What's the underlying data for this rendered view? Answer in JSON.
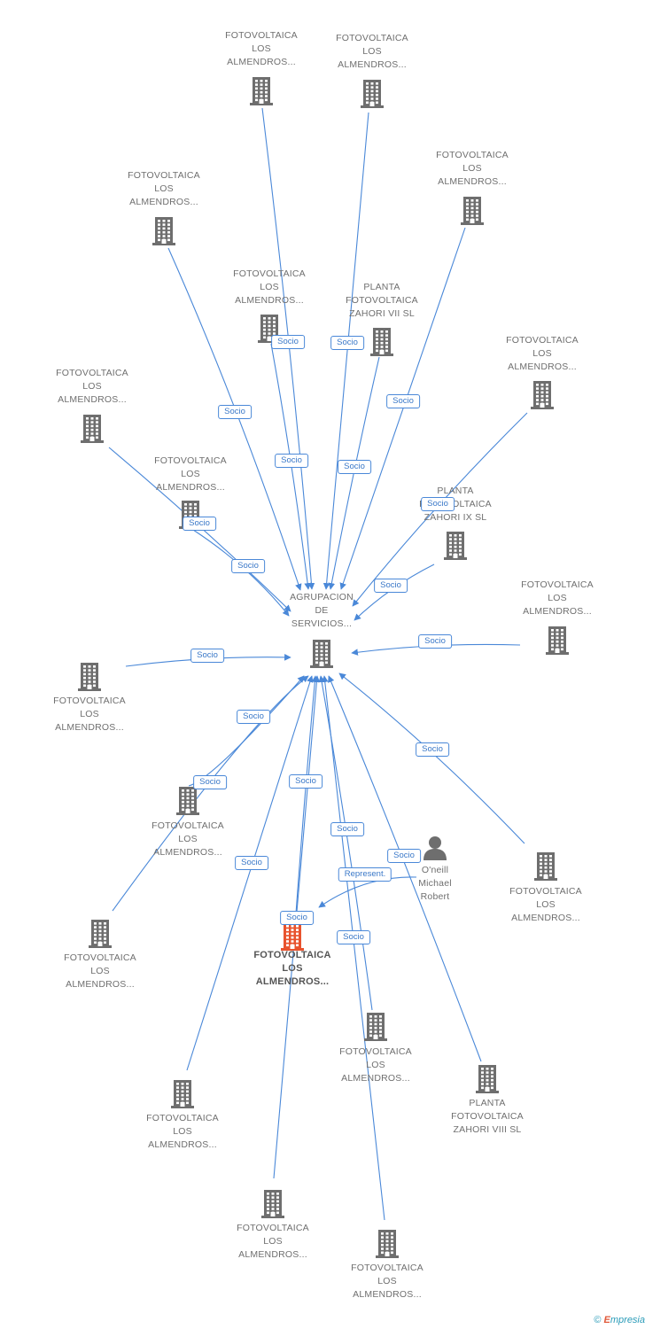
{
  "colors": {
    "edge": "#4a88d8",
    "building": "#6e6e6e",
    "highlight": "#e8532e",
    "badge_text": "#3a78c8"
  },
  "hub": {
    "id": "hub",
    "lines": [
      "AGRUPACION",
      "DE",
      "SERVICIOS..."
    ],
    "icon": "building-icon"
  },
  "main": {
    "id": "main",
    "lines": [
      "FOTOVOLTAICA",
      "LOS",
      "ALMENDROS..."
    ],
    "icon": "building-icon-highlighted"
  },
  "nodes": [
    {
      "id": "n1",
      "lines": [
        "FOTOVOLTAICA",
        "LOS",
        "ALMENDROS..."
      ],
      "icon": "building-icon"
    },
    {
      "id": "n2",
      "lines": [
        "FOTOVOLTAICA",
        "LOS",
        "ALMENDROS..."
      ],
      "icon": "building-icon"
    },
    {
      "id": "n3",
      "lines": [
        "FOTOVOLTAICA",
        "LOS",
        "ALMENDROS..."
      ],
      "icon": "building-icon"
    },
    {
      "id": "n4",
      "lines": [
        "FOTOVOLTAICA",
        "LOS",
        "ALMENDROS..."
      ],
      "icon": "building-icon"
    },
    {
      "id": "n5",
      "lines": [
        "FOTOVOLTAICA",
        "LOS",
        "ALMENDROS..."
      ],
      "icon": "building-icon"
    },
    {
      "id": "n6",
      "lines": [
        "PLANTA",
        "FOTOVOLTAICA",
        "ZAHORI VII SL"
      ],
      "icon": "building-icon"
    },
    {
      "id": "n7",
      "lines": [
        "FOTOVOLTAICA",
        "LOS",
        "ALMENDROS..."
      ],
      "icon": "building-icon"
    },
    {
      "id": "n8",
      "lines": [
        "FOTOVOLTAICA",
        "LOS",
        "ALMENDROS..."
      ],
      "icon": "building-icon"
    },
    {
      "id": "n9",
      "lines": [
        "FOTOVOLTAICA",
        "LOS",
        "ALMENDROS..."
      ],
      "icon": "building-icon"
    },
    {
      "id": "n10",
      "lines": [
        "PLANTA",
        "FOTOVOLTAICA",
        "ZAHORI IX SL"
      ],
      "icon": "building-icon"
    },
    {
      "id": "n11",
      "lines": [
        "FOTOVOLTAICA",
        "LOS",
        "ALMENDROS..."
      ],
      "icon": "building-icon"
    },
    {
      "id": "n12",
      "lines": [
        "FOTOVOLTAICA",
        "LOS",
        "ALMENDROS..."
      ],
      "icon": "building-icon"
    },
    {
      "id": "n13",
      "lines": [
        "FOTOVOLTAICA",
        "LOS",
        "ALMENDROS..."
      ],
      "icon": "building-icon"
    },
    {
      "id": "n14",
      "lines": [
        "FOTOVOLTAICA",
        "LOS",
        "ALMENDROS..."
      ],
      "icon": "building-icon"
    },
    {
      "id": "n15",
      "lines": [
        "FOTOVOLTAICA",
        "LOS",
        "ALMENDROS..."
      ],
      "icon": "building-icon"
    },
    {
      "id": "n16",
      "lines": [
        "FOTOVOLTAICA",
        "LOS",
        "ALMENDROS..."
      ],
      "icon": "building-icon"
    },
    {
      "id": "n17",
      "lines": [
        "PLANTA",
        "FOTOVOLTAICA",
        "ZAHORI VIII SL"
      ],
      "icon": "building-icon"
    },
    {
      "id": "n18",
      "lines": [
        "FOTOVOLTAICA",
        "LOS",
        "ALMENDROS..."
      ],
      "icon": "building-icon"
    },
    {
      "id": "n19",
      "lines": [
        "FOTOVOLTAICA",
        "LOS",
        "ALMENDROS..."
      ],
      "icon": "building-icon"
    },
    {
      "id": "n20",
      "lines": [
        "FOTOVOLTAICA",
        "LOS",
        "ALMENDROS..."
      ],
      "icon": "building-icon"
    }
  ],
  "person": {
    "id": "person",
    "lines": [
      "O'neill",
      "Michael",
      "Robert"
    ],
    "icon": "person-icon"
  },
  "edges": [
    {
      "from": "n1",
      "to": "hub",
      "label": "Socio"
    },
    {
      "from": "n2",
      "to": "hub",
      "label": "Socio"
    },
    {
      "from": "n3",
      "to": "hub",
      "label": "Socio"
    },
    {
      "from": "n4",
      "to": "hub",
      "label": "Socio"
    },
    {
      "from": "n5",
      "to": "hub",
      "label": "Socio"
    },
    {
      "from": "n6",
      "to": "hub",
      "label": "Socio"
    },
    {
      "from": "n7",
      "to": "hub",
      "label": "Socio"
    },
    {
      "from": "n8",
      "to": "hub",
      "label": "Socio"
    },
    {
      "from": "n9",
      "to": "hub",
      "label": "Socio"
    },
    {
      "from": "n10",
      "to": "hub",
      "label": "Socio"
    },
    {
      "from": "n11",
      "to": "hub",
      "label": "Socio"
    },
    {
      "from": "n12",
      "to": "hub",
      "label": "Socio"
    },
    {
      "from": "n13",
      "to": "hub",
      "label": "Socio"
    },
    {
      "from": "n14",
      "to": "hub",
      "label": "Socio"
    },
    {
      "from": "n15",
      "to": "hub",
      "label": "Socio"
    },
    {
      "from": "main",
      "to": "hub",
      "label": "Socio"
    },
    {
      "from": "n16",
      "to": "hub",
      "label": "Socio"
    },
    {
      "from": "n17",
      "to": "hub",
      "label": "Socio"
    },
    {
      "from": "n18",
      "to": "hub",
      "label": "Socio"
    },
    {
      "from": "n19",
      "to": "hub",
      "label": "Socio"
    },
    {
      "from": "n20",
      "to": "hub",
      "label": "Socio"
    },
    {
      "from": "person",
      "to": "main",
      "label": "Represent."
    }
  ],
  "footer": {
    "copyright": "©",
    "brand_first": "E",
    "brand_rest": "mpresia"
  }
}
